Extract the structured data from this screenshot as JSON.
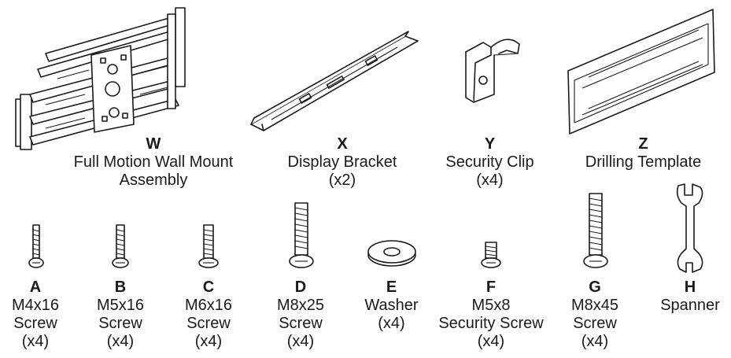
{
  "hardware_sheet": {
    "top_row": [
      {
        "key": "W",
        "lines": [
          "Full Motion Wall Mount",
          "Assembly"
        ],
        "icon": "wall-mount-assembly-icon"
      },
      {
        "key": "X",
        "lines": [
          "Display Bracket",
          "(x2)"
        ],
        "icon": "display-bracket-icon"
      },
      {
        "key": "Y",
        "lines": [
          "Security Clip",
          "(x4)"
        ],
        "icon": "security-clip-icon"
      },
      {
        "key": "Z",
        "lines": [
          "Drilling Template"
        ],
        "icon": "drilling-template-icon"
      }
    ],
    "bottom_row": [
      {
        "key": "A",
        "lines": [
          "M4x16",
          "Screw",
          "(x4)"
        ],
        "icon": "screw-m4x16-icon"
      },
      {
        "key": "B",
        "lines": [
          "M5x16",
          "Screw",
          "(x4)"
        ],
        "icon": "screw-m5x16-icon"
      },
      {
        "key": "C",
        "lines": [
          "M6x16",
          "Screw",
          "(x4)"
        ],
        "icon": "screw-m6x16-icon"
      },
      {
        "key": "D",
        "lines": [
          "M8x25",
          "Screw",
          "(x4)"
        ],
        "icon": "screw-m8x25-icon"
      },
      {
        "key": "E",
        "lines": [
          "Washer",
          "(x4)"
        ],
        "icon": "washer-icon"
      },
      {
        "key": "F",
        "lines": [
          "M5x8",
          "Security Screw",
          "(x4)"
        ],
        "icon": "security-screw-icon"
      },
      {
        "key": "G",
        "lines": [
          "M8x45",
          "Screw",
          "(x4)"
        ],
        "icon": "screw-m8x45-icon"
      },
      {
        "key": "H",
        "lines": [
          "Spanner"
        ],
        "icon": "spanner-icon"
      }
    ]
  },
  "colors": {
    "ink": "#1a1a1a",
    "background": "#ffffff"
  }
}
